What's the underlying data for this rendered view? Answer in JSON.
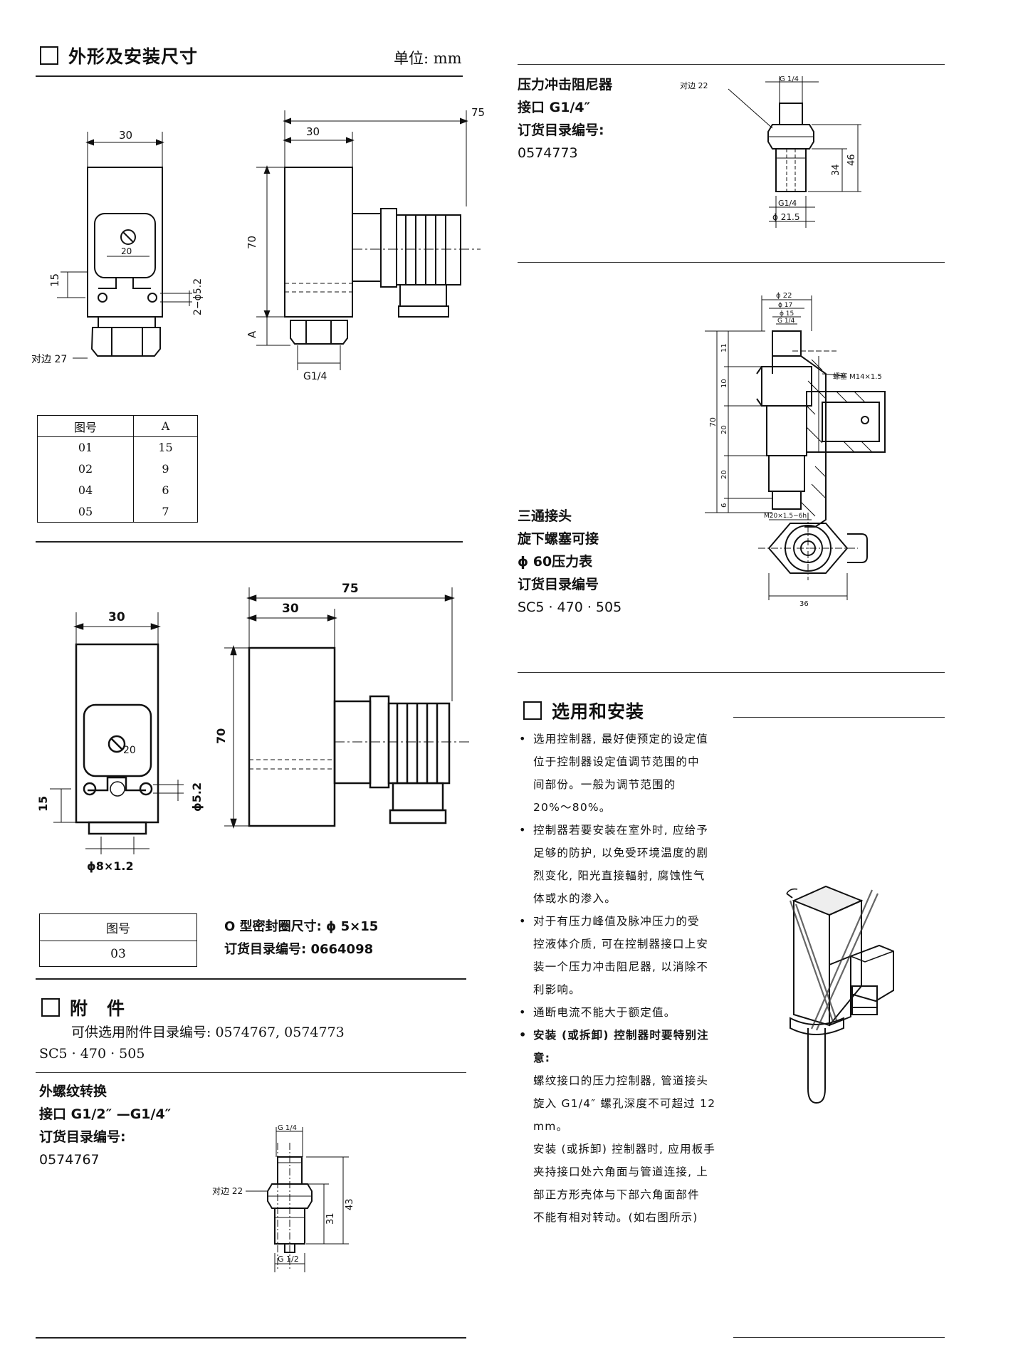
{
  "sections": {
    "dimensions": {
      "title": "外形及安装尺寸",
      "unit": "单位: mm"
    },
    "accessories": {
      "title": "附　件",
      "text_line1": "可供选用附件目录编号: 0574767, 0574773",
      "text_line2": "SC5 · 470 · 505"
    },
    "selection": {
      "title": "选用和安装"
    }
  },
  "drawing_labels": {
    "w30": "30",
    "w75": "75",
    "h70": "70",
    "h15": "15",
    "a": "A",
    "d20": "20",
    "hole_2x52": "2−ϕ5.2",
    "hole_52": "ϕ5.2",
    "g14": "G1/4",
    "af27": "对边 27",
    "o8x12": "ϕ8×1.2",
    "g14_top": "G 1/4",
    "af22": "对边 22",
    "d34": "34",
    "d46": "46",
    "g14_bot": "G1/4",
    "phi215": "ϕ 21.5",
    "phi22": "ϕ 22",
    "phi17": "ϕ 17",
    "phi15": "ϕ 15",
    "g14_tee": "G 1/4",
    "plug": "螺塞 M14×1.5",
    "d11": "11",
    "d10": "10",
    "d6": "6",
    "m20": "M20×1.5−6h",
    "d36": "36",
    "g12_bot": "G 1/2",
    "d31": "31",
    "d43": "43"
  },
  "table1": {
    "headers": [
      "图号",
      "A"
    ],
    "rows": [
      [
        "01",
        "15"
      ],
      [
        "02",
        "9"
      ],
      [
        "04",
        "6"
      ],
      [
        "05",
        "7"
      ]
    ]
  },
  "table2": {
    "header": "图号",
    "value": "03"
  },
  "oring": {
    "line1": "O 型密封圈尺寸: ϕ 5×15",
    "line2": "订货目录编号: 0664098"
  },
  "damper": {
    "line1": "压力冲击阻尼器",
    "line2": "接口 G1/4″",
    "line3": "订货目录编号:",
    "line4": "0574773"
  },
  "tee": {
    "line1": "三通接头",
    "line2": "旋下螺塞可接",
    "line3": "ϕ 60压力表",
    "line4": "订货目录编号",
    "line5": "SC5 · 470 · 505"
  },
  "adapter": {
    "line1": "外螺纹转换",
    "line2": "接口 G1/2″ —G1/4″",
    "line3": "订货目录编号:",
    "line4": "0574767"
  },
  "bullets": [
    {
      "lines": [
        "选用控制器, 最好使预定的设定值",
        "位于控制器设定值调节范围的中",
        "间部份。一般为调节范围的",
        "20%～80%。"
      ]
    },
    {
      "lines": [
        "控制器若要安装在室外时, 应给予",
        "足够的防护, 以免受环境温度的剧",
        "烈变化, 阳光直接輻射, 腐蚀性气",
        "体或水的渗入。"
      ]
    },
    {
      "lines": [
        "对于有压力峰值及脉冲压力的受",
        "控液体介质, 可在控制器接口上安",
        "装一个压力冲击阻尼器, 以消除不",
        "利影响。"
      ]
    },
    {
      "lines": [
        "通断电流不能大于额定值。"
      ]
    }
  ],
  "install_note": {
    "heading1": "安装 (或拆卸) 控制器时要特别注",
    "heading2": "意:",
    "lines": [
      "螺纹接口的压力控制器, 管道接头",
      "旋入 G1/4″ 螺孔深度不可超过 12",
      "mm。",
      "安装 (或拆卸) 控制器时, 应用板手",
      "夹持接口处六角面与管道连接, 上",
      "部正方形壳体与下部六角面部件",
      "不能有相对转动。(如右图所示)"
    ]
  }
}
